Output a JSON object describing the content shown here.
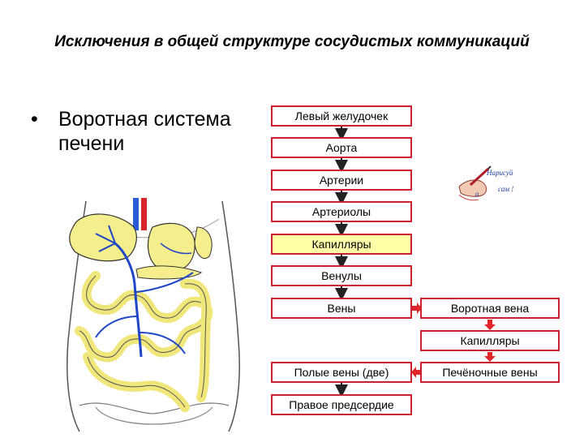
{
  "title": "Исключения в общей структуре  сосудистых коммуникаций",
  "bullet": {
    "marker": "•",
    "text": "Воротная система печени"
  },
  "flow": {
    "main_column": [
      "Левый желудочек",
      "Аорта",
      "Артерии",
      "Артериолы",
      "Капилляры",
      "Венулы",
      "Вены",
      "Полые вены (две)",
      "Правое предсердие"
    ],
    "side_column": [
      "Воротная вена",
      "Капилляры",
      "Печёночные вены"
    ]
  },
  "sketch": {
    "line1": "Нарисуй",
    "line2": "сам !",
    "side_letter": "а"
  },
  "colors": {
    "box_border": "#cc1f2f",
    "highlight_fill": "#ffffa8",
    "arrow_dark": "#222222",
    "arrow_red": "#e0262a"
  }
}
